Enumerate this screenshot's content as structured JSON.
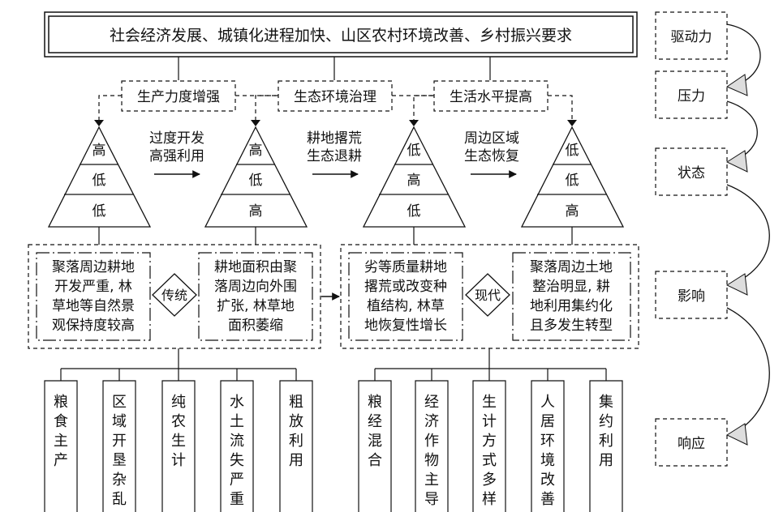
{
  "title": "社会经济发展、城镇化进程加快、山区农村环境改善、乡村振兴要求",
  "drivers": [
    "生产力度增强",
    "生态环境治理",
    "生活水平提高"
  ],
  "transitions": [
    [
      "过度开发",
      "高强利用"
    ],
    [
      "耕地撂荒",
      "生态退耕"
    ],
    [
      "周边区域",
      "生态恢复"
    ]
  ],
  "pyramids": [
    [
      "高",
      "低",
      "低"
    ],
    [
      "高",
      "低",
      "高"
    ],
    [
      "低",
      "高",
      "低"
    ],
    [
      "低",
      "低",
      "高"
    ]
  ],
  "traditional": {
    "label": "传统",
    "left": [
      "聚落周边耕地",
      "开发严重, 林",
      "草地等自然景",
      "观保持度较高"
    ],
    "right": [
      "耕地面积由聚",
      "落周边向外围",
      "扩张, 林草地",
      "面积萎缩"
    ]
  },
  "modern": {
    "label": "现代",
    "left": [
      "劣等质量耕地",
      "撂荒或改变种",
      "植结构, 林草",
      "地恢复性增长"
    ],
    "right": [
      "聚落周边土地",
      "整治明显, 耕",
      "地利用集约化",
      "且多发生转型"
    ]
  },
  "traditional_features": [
    "粮食主产",
    "区域开垦杂乱",
    "纯农生计",
    "水土流失严重",
    "粗放利用"
  ],
  "modern_features": [
    "粮经混合",
    "经济作物主导",
    "生计方式多样",
    "人居环境改善",
    "集约利用"
  ],
  "dpsir": [
    "驱动力",
    "压力",
    "状态",
    "影响",
    "响应"
  ]
}
